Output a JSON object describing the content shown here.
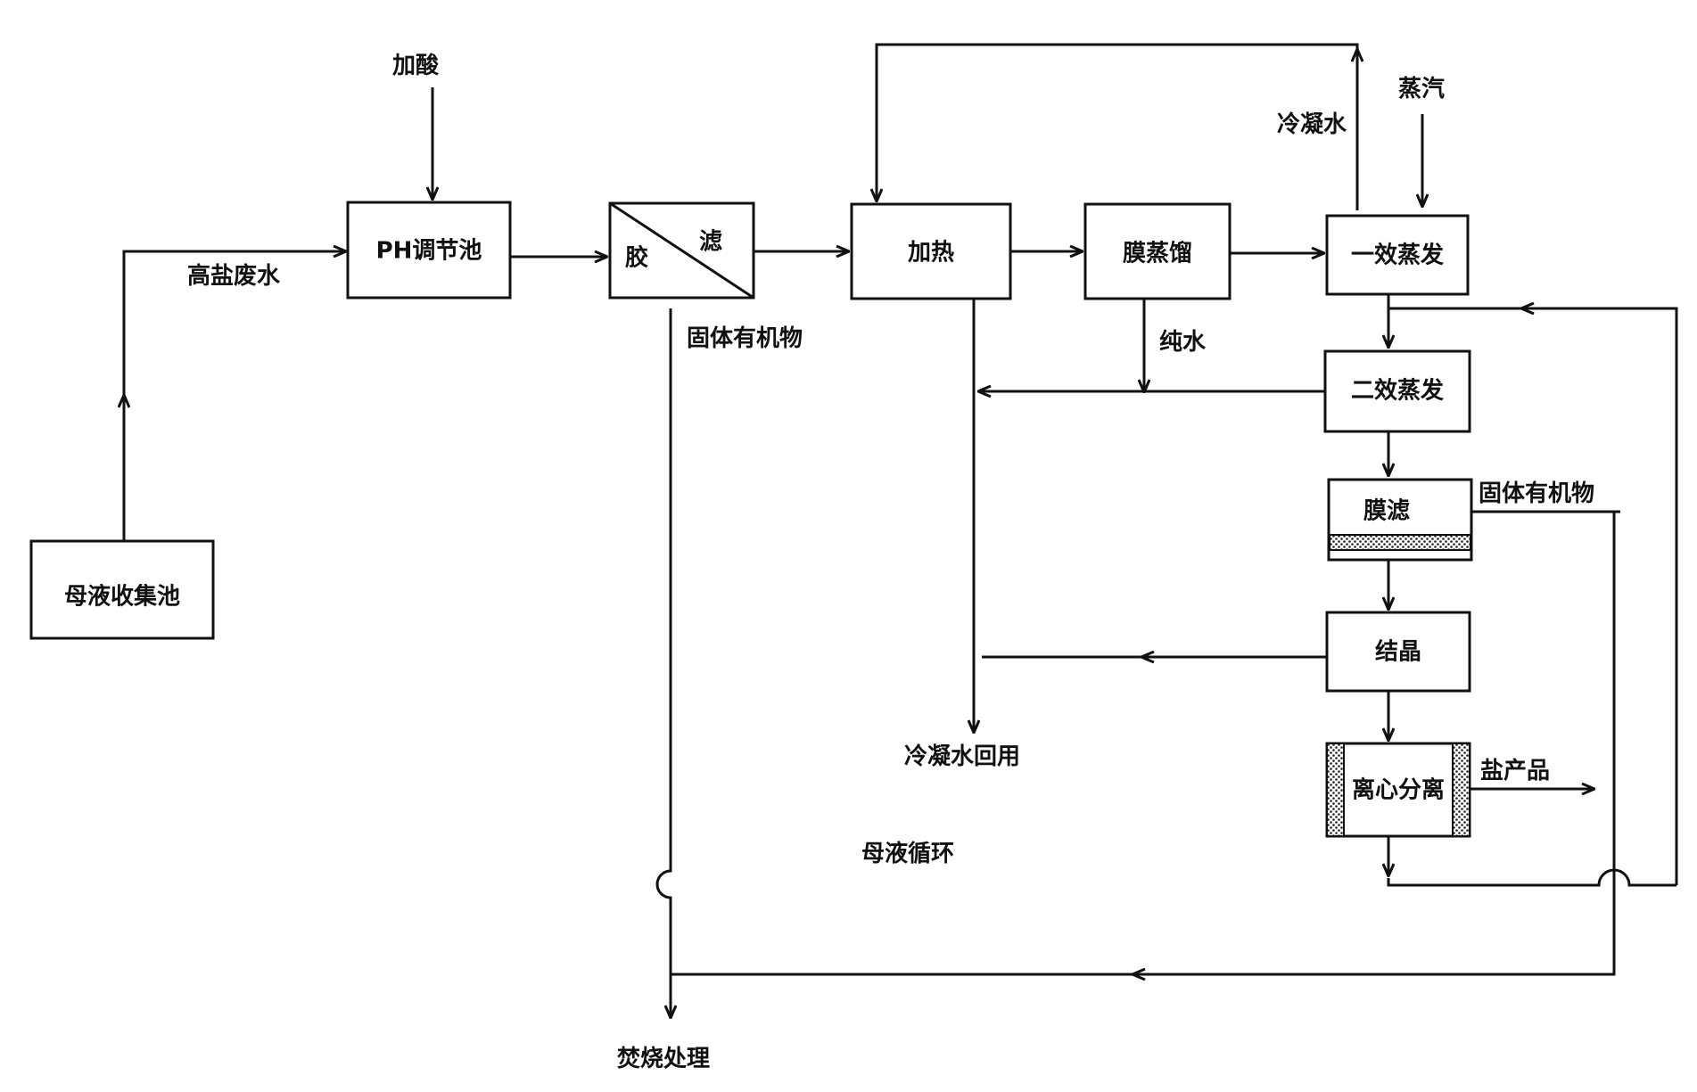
{
  "colors": {
    "stroke": "#111111",
    "background": "#ffffff",
    "hatch": "#222222"
  },
  "nodes": {
    "mother_pool": "母液收集池",
    "ph_tank": "PH调节池",
    "gel_filter_left": "胶",
    "gel_filter_right": "滤",
    "heating": "加热",
    "membrane_distill": "膜蒸馏",
    "evap1": "一效蒸发",
    "evap2": "二效蒸发",
    "membrane_filter": "膜滤",
    "crystal": "结晶",
    "centrifuge": "离心分离"
  },
  "labels": {
    "add_acid": "加酸",
    "high_salt_water": "高盐废水",
    "solid_organic_1": "固体有机物",
    "solid_organic_2": "固体有机物",
    "steam": "蒸汽",
    "condensate": "冷凝水",
    "pure_water": "纯水",
    "condensate_reuse": "冷凝水回用",
    "mother_cycle": "母液循环",
    "salt_product": "盐产品",
    "incineration": "焚烧处理"
  }
}
